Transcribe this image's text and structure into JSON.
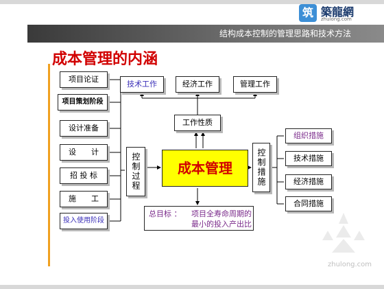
{
  "header": {
    "title": "结构成本控制的管理思路和技术方法"
  },
  "logo": {
    "cn": "築龍網",
    "en": "zhulong.com",
    "mark": "筑"
  },
  "slide_title": "成本管理的内涵",
  "left_stages": [
    "项目论证",
    "项目策划阶段",
    "设计准备",
    "设　　计",
    "招 投 标",
    "施　　工",
    "投入使用阶段"
  ],
  "control_process": "控制过程",
  "control_measures": "控制措施",
  "core": "成本管理",
  "nature": "工作性质",
  "top_works": [
    "技术工作",
    "经济工作",
    "管理工作"
  ],
  "right_measures": [
    "组织措施",
    "技术措施",
    "经济措施",
    "合同措施"
  ],
  "goal": {
    "label": "总目标 ：",
    "text": "项目全寿命周期的最小的投入产出比"
  },
  "watermark": "zhulong.com",
  "colors": {
    "title_red": "#d10000",
    "core_yellow": "#ffff00",
    "accent_orange": "#f0a020",
    "blue_text": "#3a2fb8",
    "purple_text": "#7a2a8a"
  }
}
